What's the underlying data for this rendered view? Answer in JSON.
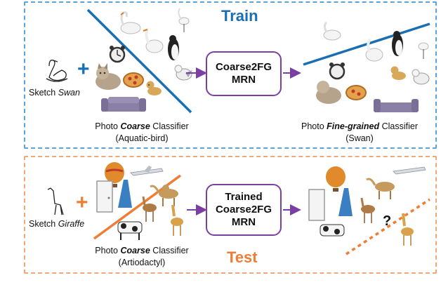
{
  "train": {
    "title": "Train",
    "sketch_prefix": "Sketch ",
    "sketch_class": "Swan",
    "box_line1": "Coarse2FG",
    "box_line2": "MRN",
    "left_caption_prefix": "Photo ",
    "left_caption_bold": "Coarse",
    "left_caption_suffix": " Classifier",
    "left_caption_sub": "(Aquatic-bird)",
    "right_caption_prefix": "Photo ",
    "right_caption_bold": "Fine-grained",
    "right_caption_suffix": " Classifier",
    "right_caption_sub": "(Swan)"
  },
  "test": {
    "title": "Test",
    "sketch_prefix": "Sketch ",
    "sketch_class": "Giraffe",
    "box_line1": "Trained",
    "box_line2": "Coarse2FG",
    "box_line3": "MRN",
    "left_caption_prefix": "Photo ",
    "left_caption_bold": "Coarse",
    "left_caption_suffix": " Classifier",
    "left_caption_sub": "(Artiodactyl)",
    "question": "?"
  },
  "symbols": {
    "plus": "+"
  },
  "colors": {
    "train_border": "#5ba3d6",
    "train_title": "#1a6fb3",
    "train_plus": "#1a6fb3",
    "test_border": "#f0a878",
    "test_title": "#ee7d36",
    "test_plus": "#ee7d36",
    "box_border": "#7b3fa3",
    "arrow": "#7b3fa3",
    "classifier_line_train": "#1a6fb3",
    "classifier_line_test": "#ee7d36"
  },
  "icons": [
    "swan-sketch-icon",
    "giraffe-sketch-icon",
    "swan-icon",
    "goose-icon",
    "duck-icon",
    "penguin-icon",
    "egret-icon",
    "seagull-icon",
    "alarm-clock-icon",
    "cat-icon",
    "pizza-icon",
    "dog-icon",
    "sofa-icon",
    "hot-air-balloon-icon",
    "airplane-icon",
    "door-icon",
    "dress-icon",
    "camel-icon",
    "deer-icon",
    "cow-icon",
    "giraffe-icon"
  ]
}
